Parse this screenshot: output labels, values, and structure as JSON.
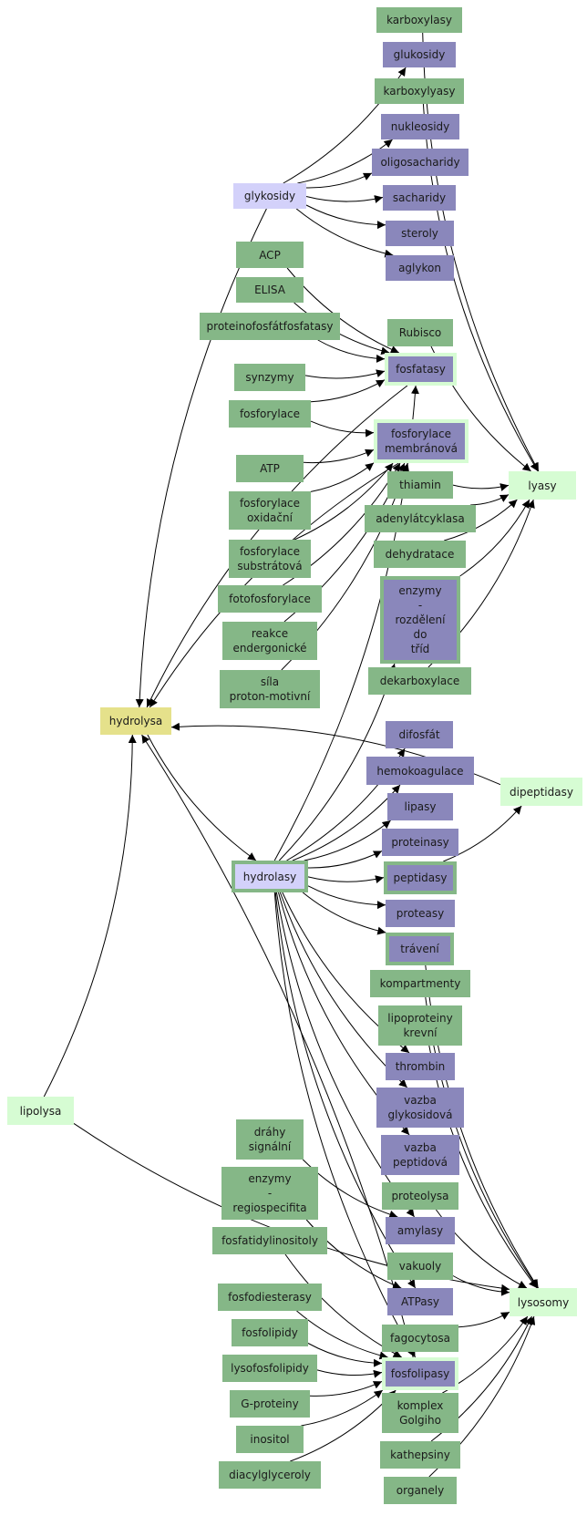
{
  "nodes": [
    {
      "id": "karboxylasy1",
      "label": "karboxylasy",
      "kind": "green"
    },
    {
      "id": "glukosidy",
      "label": "glukosidy",
      "kind": "violet"
    },
    {
      "id": "karboxylyasy",
      "label": "karboxylyasy",
      "kind": "green"
    },
    {
      "id": "nukleosidy",
      "label": "nukleosidy",
      "kind": "violet"
    },
    {
      "id": "oligosacharidy",
      "label": "oligosacharidy",
      "kind": "violet"
    },
    {
      "id": "glykosidy",
      "label": "glykosidy",
      "kind": "light-violet"
    },
    {
      "id": "sacharidy",
      "label": "sacharidy",
      "kind": "violet"
    },
    {
      "id": "steroly",
      "label": "steroly",
      "kind": "violet"
    },
    {
      "id": "acp",
      "label": "ACP",
      "kind": "green"
    },
    {
      "id": "aglykon",
      "label": "aglykon",
      "kind": "violet"
    },
    {
      "id": "elisa",
      "label": "ELISA",
      "kind": "green"
    },
    {
      "id": "proteinofosfatfosfatasy",
      "label": "proteinofosfátfosfatasy",
      "kind": "green"
    },
    {
      "id": "rubisco",
      "label": "Rubisco",
      "kind": "green"
    },
    {
      "id": "synzymy",
      "label": "synzymy",
      "kind": "green"
    },
    {
      "id": "fosfatasy",
      "label": "fosfatasy",
      "kind": "violet-framed-light"
    },
    {
      "id": "fosforylace",
      "label": "fosforylace",
      "kind": "green"
    },
    {
      "id": "fosforylace-membranova",
      "label": "fosforylace\nmembránová",
      "kind": "violet-framed-light"
    },
    {
      "id": "atp",
      "label": "ATP",
      "kind": "green"
    },
    {
      "id": "thiamin",
      "label": "thiamin",
      "kind": "green"
    },
    {
      "id": "lyasy",
      "label": "lyasy",
      "kind": "light-green"
    },
    {
      "id": "fosforylace-oxidacni",
      "label": "fosforylace\noxidační",
      "kind": "green"
    },
    {
      "id": "adenylatcyklasa",
      "label": "adenylátcyklasa",
      "kind": "green"
    },
    {
      "id": "fosforylace-substratova",
      "label": "fosforylace\nsubstrátová",
      "kind": "green"
    },
    {
      "id": "dehydratace",
      "label": "dehydratace",
      "kind": "green"
    },
    {
      "id": "enzymy-rozdeleni",
      "label": "enzymy\n-\nrozdělení\ndo\ntříd",
      "kind": "violet-framed-green"
    },
    {
      "id": "fotofosforylace",
      "label": "fotofosforylace",
      "kind": "green"
    },
    {
      "id": "reakce-endergonicke",
      "label": "reakce\nendergonické",
      "kind": "green"
    },
    {
      "id": "dekarboxylace",
      "label": "dekarboxylace",
      "kind": "green"
    },
    {
      "id": "sila-proton-motivni",
      "label": "síla\nproton-motivní",
      "kind": "green"
    },
    {
      "id": "hydrolysa",
      "label": "hydrolysa",
      "kind": "yellow"
    },
    {
      "id": "difosfat",
      "label": "difosfát",
      "kind": "violet"
    },
    {
      "id": "hemokoagulace",
      "label": "hemokoagulace",
      "kind": "violet"
    },
    {
      "id": "dipeptidasy",
      "label": "dipeptidasy",
      "kind": "light-green"
    },
    {
      "id": "lipasy",
      "label": "lipasy",
      "kind": "violet"
    },
    {
      "id": "proteinasy",
      "label": "proteinasy",
      "kind": "violet"
    },
    {
      "id": "hydrolasy",
      "label": "hydrolasy",
      "kind": "light-violet-framed-green"
    },
    {
      "id": "peptidasy",
      "label": "peptidasy",
      "kind": "violet-framed-green"
    },
    {
      "id": "proteasy",
      "label": "proteasy",
      "kind": "violet"
    },
    {
      "id": "traveni",
      "label": "trávení",
      "kind": "violet-framed-green"
    },
    {
      "id": "kompartmenty",
      "label": "kompartmenty",
      "kind": "green"
    },
    {
      "id": "lipoproteiny-krevni",
      "label": "lipoproteiny\nkrevní",
      "kind": "green"
    },
    {
      "id": "thrombin",
      "label": "thrombin",
      "kind": "violet"
    },
    {
      "id": "lipolysa",
      "label": "lipolysa",
      "kind": "light-green"
    },
    {
      "id": "vazba-glykosidova",
      "label": "vazba\nglykosidová",
      "kind": "violet"
    },
    {
      "id": "drahy-signalni",
      "label": "dráhy\nsignální",
      "kind": "green"
    },
    {
      "id": "vazba-peptidova",
      "label": "vazba\npeptidová",
      "kind": "violet"
    },
    {
      "id": "enzymy-regiospecifita",
      "label": "enzymy\n-\nregiospecifita",
      "kind": "green"
    },
    {
      "id": "proteolysa",
      "label": "proteolysa",
      "kind": "green"
    },
    {
      "id": "fosfatidylinositoly",
      "label": "fosfatidylinositoly",
      "kind": "green"
    },
    {
      "id": "amylasy",
      "label": "amylasy",
      "kind": "violet"
    },
    {
      "id": "vakuoly",
      "label": "vakuoly",
      "kind": "green"
    },
    {
      "id": "fosfodiesterasy",
      "label": "fosfodiesterasy",
      "kind": "green"
    },
    {
      "id": "atpasy",
      "label": "ATPasy",
      "kind": "violet"
    },
    {
      "id": "lysosomy",
      "label": "lysosomy",
      "kind": "light-green"
    },
    {
      "id": "fosfolipidy",
      "label": "fosfolipidy",
      "kind": "green"
    },
    {
      "id": "fagocytosa",
      "label": "fagocytosa",
      "kind": "green"
    },
    {
      "id": "lysofosfolipidy",
      "label": "lysofosfolipidy",
      "kind": "green"
    },
    {
      "id": "fosfolipasy",
      "label": "fosfolipasy",
      "kind": "violet-framed-light"
    },
    {
      "id": "g-proteiny",
      "label": "G-proteiny",
      "kind": "green"
    },
    {
      "id": "komplex-golgiho",
      "label": "komplex\nGolgiho",
      "kind": "green"
    },
    {
      "id": "inositol",
      "label": "inositol",
      "kind": "green"
    },
    {
      "id": "kathepsiny",
      "label": "kathepsiny",
      "kind": "green"
    },
    {
      "id": "diacylglyceroly",
      "label": "diacylglyceroly",
      "kind": "green"
    },
    {
      "id": "organely",
      "label": "organely",
      "kind": "green"
    }
  ],
  "edges": [
    [
      "glykosidy",
      "glukosidy"
    ],
    [
      "glykosidy",
      "nukleosidy"
    ],
    [
      "glykosidy",
      "oligosacharidy"
    ],
    [
      "glykosidy",
      "sacharidy"
    ],
    [
      "glykosidy",
      "steroly"
    ],
    [
      "glykosidy",
      "aglykon"
    ],
    [
      "glykosidy",
      "hydrolysa"
    ],
    [
      "karboxylasy1",
      "lyasy"
    ],
    [
      "karboxylyasy",
      "lyasy"
    ],
    [
      "acp",
      "fosfatasy"
    ],
    [
      "elisa",
      "fosfatasy"
    ],
    [
      "proteinofosfatfosfatasy",
      "fosfatasy"
    ],
    [
      "synzymy",
      "fosfatasy"
    ],
    [
      "fosforylace",
      "fosfatasy"
    ],
    [
      "fosfatasy",
      "hydrolysa"
    ],
    [
      "rubisco",
      "lyasy"
    ],
    [
      "fosforylace",
      "fosforylace-membranova"
    ],
    [
      "atp",
      "fosforylace-membranova"
    ],
    [
      "fosforylace-oxidacni",
      "fosforylace-membranova"
    ],
    [
      "fosforylace-substratova",
      "fosforylace-membranova"
    ],
    [
      "fotofosforylace",
      "fosforylace-membranova"
    ],
    [
      "reakce-endergonicke",
      "fosforylace-membranova"
    ],
    [
      "sila-proton-motivni",
      "fosforylace-membranova"
    ],
    [
      "fosforylace-membranova",
      "hydrolysa"
    ],
    [
      "thiamin",
      "lyasy"
    ],
    [
      "adenylatcyklasa",
      "lyasy"
    ],
    [
      "dehydratace",
      "lyasy"
    ],
    [
      "enzymy-rozdeleni",
      "lyasy"
    ],
    [
      "dekarboxylace",
      "lyasy"
    ],
    [
      "dipeptidasy",
      "hydrolysa"
    ],
    [
      "hydrolysa",
      "hydrolasy"
    ],
    [
      "hydrolasy",
      "difosfat"
    ],
    [
      "hydrolasy",
      "hemokoagulace"
    ],
    [
      "hydrolasy",
      "lipasy"
    ],
    [
      "hydrolasy",
      "proteinasy"
    ],
    [
      "hydrolasy",
      "peptidasy"
    ],
    [
      "hydrolasy",
      "proteasy"
    ],
    [
      "hydrolasy",
      "traveni"
    ],
    [
      "hydrolasy",
      "thrombin"
    ],
    [
      "hydrolasy",
      "vazba-glykosidova"
    ],
    [
      "hydrolasy",
      "vazba-peptidova"
    ],
    [
      "hydrolasy",
      "amylasy"
    ],
    [
      "hydrolasy",
      "atpasy"
    ],
    [
      "hydrolasy",
      "fosfolipasy"
    ],
    [
      "hydrolasy",
      "enzymy-rozdeleni"
    ],
    [
      "hydrolasy",
      "fosfatasy"
    ],
    [
      "peptidasy",
      "dipeptidasy"
    ],
    [
      "traveni",
      "lysosomy"
    ],
    [
      "kompartmenty",
      "lysosomy"
    ],
    [
      "lipoproteiny-krevni",
      "lysosomy"
    ],
    [
      "proteolysa",
      "lysosomy"
    ],
    [
      "vakuoly",
      "lysosomy"
    ],
    [
      "fagocytosa",
      "lysosomy"
    ],
    [
      "komplex-golgiho",
      "lysosomy"
    ],
    [
      "kathepsiny",
      "lysosomy"
    ],
    [
      "organely",
      "lysosomy"
    ],
    [
      "lipolysa",
      "hydrolysa"
    ],
    [
      "lipolysa",
      "lysosomy"
    ],
    [
      "drahy-signalni",
      "amylasy"
    ],
    [
      "enzymy-regiospecifita",
      "atpasy"
    ],
    [
      "fosfatidylinositoly",
      "fosfolipasy"
    ],
    [
      "fosfodiesterasy",
      "fosfolipasy"
    ],
    [
      "fosfolipidy",
      "fosfolipasy"
    ],
    [
      "lysofosfolipidy",
      "fosfolipasy"
    ],
    [
      "g-proteiny",
      "fosfolipasy"
    ],
    [
      "inositol",
      "fosfolipasy"
    ],
    [
      "diacylglyceroly",
      "fosfolipasy"
    ],
    [
      "fosfolipasy",
      "hydrolysa"
    ]
  ]
}
